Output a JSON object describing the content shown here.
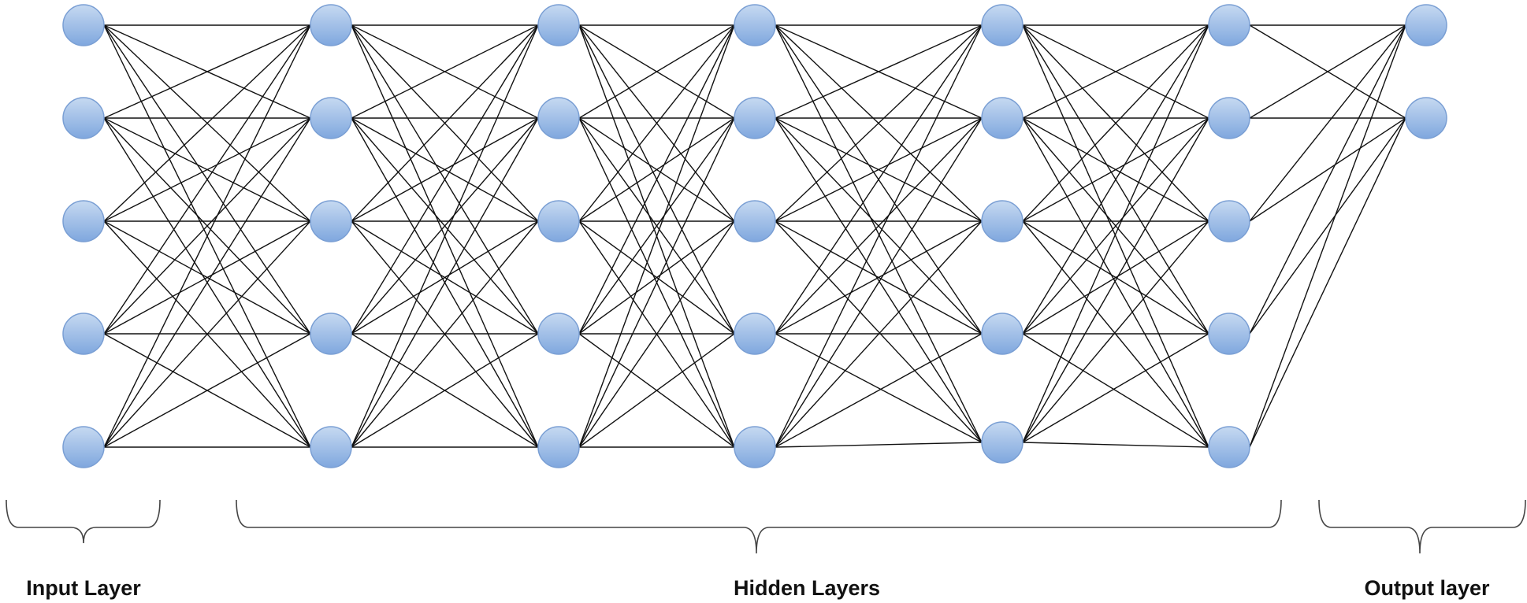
{
  "diagram": {
    "layers": [
      {
        "id": "input",
        "neurons": 5
      },
      {
        "id": "hidden-1",
        "neurons": 5
      },
      {
        "id": "hidden-2",
        "neurons": 5
      },
      {
        "id": "hidden-3",
        "neurons": 5
      },
      {
        "id": "hidden-4",
        "neurons": 5
      },
      {
        "id": "hidden-5",
        "neurons": 5
      },
      {
        "id": "output",
        "neurons": 2
      }
    ],
    "labels": {
      "input": "Input Layer",
      "hidden": "Hidden Layers",
      "output": "Output layer"
    },
    "colors": {
      "neuron_fill_top": "#c6d9f1",
      "neuron_fill_bottom": "#7fa7de",
      "neuron_stroke": "#7a9fd4",
      "connection": "#111111",
      "bracket": "#444444",
      "label": "#111111"
    }
  }
}
